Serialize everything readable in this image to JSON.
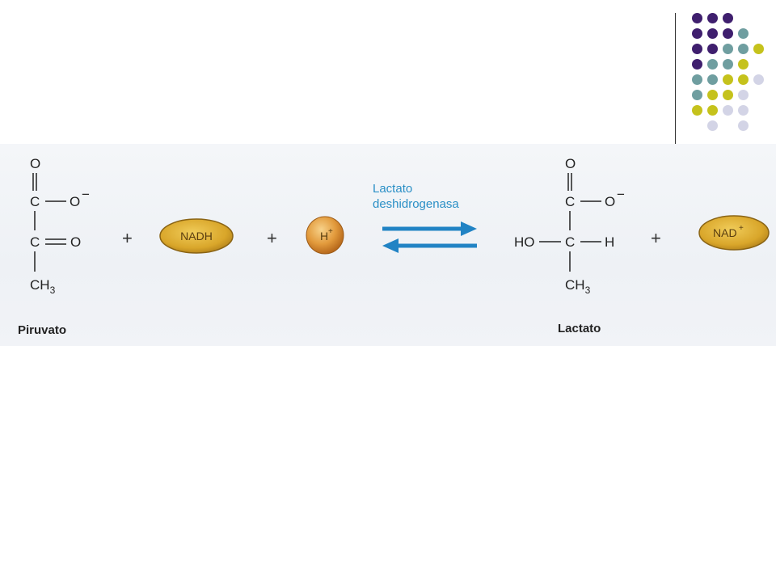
{
  "reaction": {
    "pyruvate": {
      "name": "Piruvato",
      "atoms": {
        "o_top": "O",
        "c1": "C",
        "o_minus": "O",
        "charge": "−",
        "c2": "C",
        "o_double": "O",
        "ch3": "CH",
        "ch3_sub": "3"
      }
    },
    "plus_1": "+",
    "nadh": {
      "label": "NADH"
    },
    "plus_2": "+",
    "proton": {
      "label": "H",
      "charge": "+"
    },
    "enzyme": {
      "line1": "Lactato",
      "line2": "deshidrogenasa"
    },
    "lactate": {
      "name": "Lactato",
      "atoms": {
        "o_top": "O",
        "c1": "C",
        "o_minus": "O",
        "charge": "−",
        "ho": "HO",
        "c2": "C",
        "h": "H",
        "ch3": "CH",
        "ch3_sub": "3"
      }
    },
    "plus_3": "+",
    "nad": {
      "label": "NAD",
      "charge": "+"
    }
  },
  "colors": {
    "dark_purple": "#3f1f6e",
    "teal": "#6f9ea0",
    "olive_yellow": "#c5c21c",
    "lavender": "#d3d4e6",
    "arrow_blue": "#2183c4",
    "pill_gold": "#d9a62a"
  },
  "decoration": {
    "dot_rows": [
      [
        "dark_purple",
        "dark_purple",
        "dark_purple",
        null,
        null
      ],
      [
        "dark_purple",
        "dark_purple",
        "dark_purple",
        "teal",
        null
      ],
      [
        "dark_purple",
        "dark_purple",
        "teal",
        "teal",
        "olive_yellow"
      ],
      [
        "dark_purple",
        "teal",
        "teal",
        "olive_yellow",
        null
      ],
      [
        "teal",
        "teal",
        "olive_yellow",
        "olive_yellow",
        "lavender"
      ],
      [
        "teal",
        "olive_yellow",
        "olive_yellow",
        "lavender",
        null
      ],
      [
        "olive_yellow",
        "olive_yellow",
        "lavender",
        "lavender",
        null
      ],
      [
        null,
        "lavender",
        null,
        "lavender",
        null
      ]
    ]
  }
}
